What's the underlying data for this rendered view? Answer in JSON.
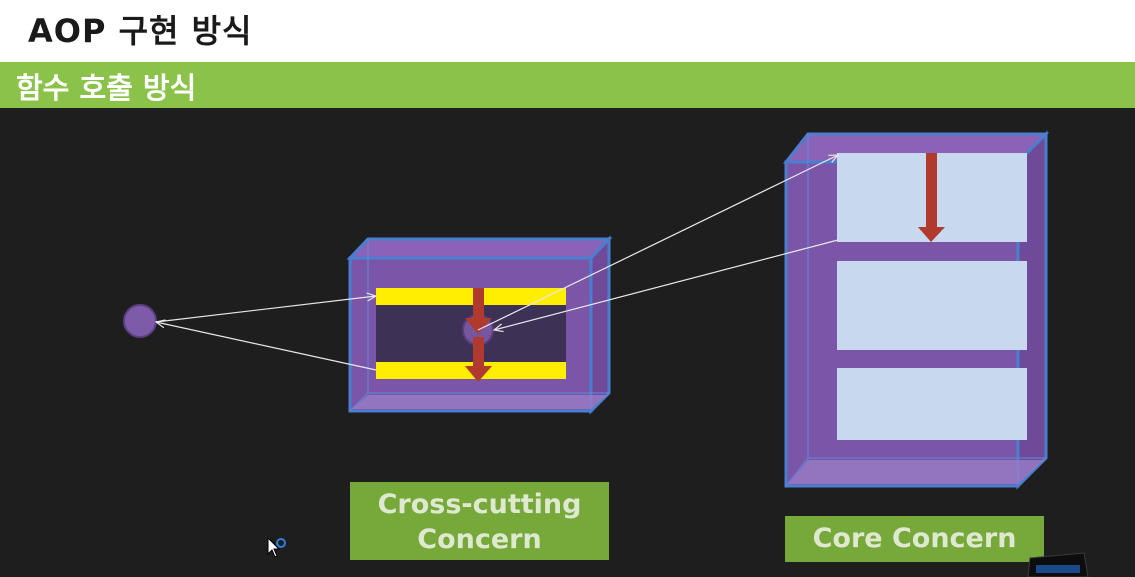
{
  "header": {
    "title": "AOP 구현 방식"
  },
  "section": {
    "subtitle": "함수 호출 방식"
  },
  "diagram": {
    "labels": {
      "cross_cutting_line1": "Cross-cutting",
      "cross_cutting_line2": "Concern",
      "core": "Core Concern"
    },
    "colors": {
      "header_bar": "#8bc34a",
      "background": "#1e1e1e",
      "box_fill": "#7b4fa6",
      "box_edge": "#4a7fd0",
      "advice_band": "#ffee00",
      "arrow": "#b03a2e",
      "core_panel": "#c8d8ef",
      "label_box": "#76a83a"
    }
  }
}
